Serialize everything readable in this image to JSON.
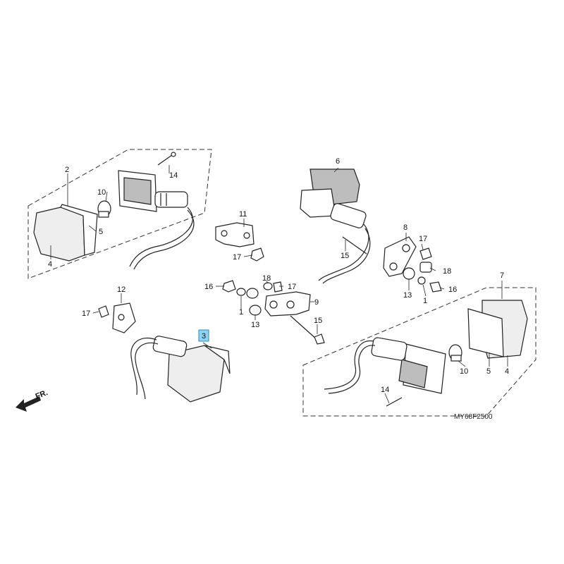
{
  "diagram": {
    "code": "MY68F2500",
    "direction_label": "FR.",
    "highlighted_part": "3",
    "labels": {
      "l2": "2",
      "l14a": "14",
      "l10a": "10",
      "l5a": "5",
      "l4a": "4",
      "l11": "11",
      "l17a": "17",
      "l6": "6",
      "l15a": "15",
      "l8": "8",
      "l17b": "17",
      "l18a": "18",
      "l13a": "13",
      "l1a": "1",
      "l16a": "16",
      "l16b": "16",
      "l1b": "1",
      "l18b": "18",
      "l17c": "17",
      "l9": "9",
      "l13b": "13",
      "l15b": "15",
      "l12": "12",
      "l17d": "17",
      "l3": "3",
      "l7": "7",
      "l5b": "5",
      "l4b": "4",
      "l10b": "10",
      "l14b": "14"
    }
  }
}
